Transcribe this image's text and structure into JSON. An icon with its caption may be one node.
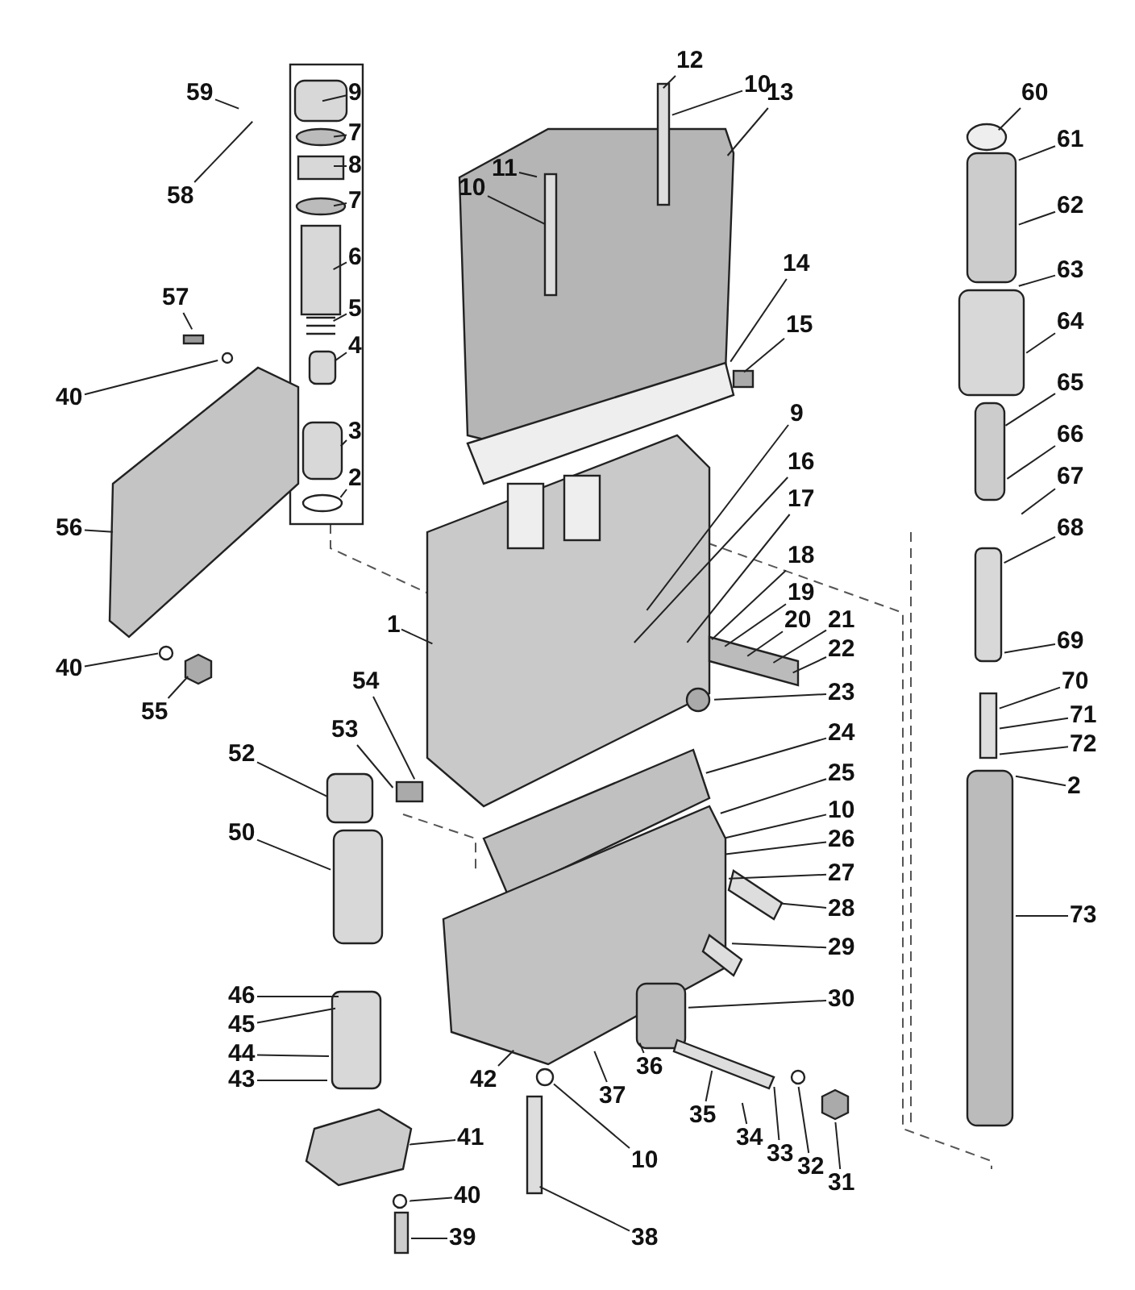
{
  "diagram": {
    "nodes": [
      {
        "text": [
          "59"
        ]
      },
      {
        "text": [
          "58"
        ]
      },
      {
        "text": [
          "9"
        ]
      },
      {
        "text": [
          "7"
        ]
      },
      {
        "text": [
          "8"
        ]
      },
      {
        "text": [
          "7"
        ]
      },
      {
        "text": [
          "6"
        ]
      },
      {
        "text": [
          "5"
        ]
      },
      {
        "text": [
          "4"
        ]
      },
      {
        "text": [
          "3"
        ]
      },
      {
        "text": [
          "2"
        ]
      },
      {
        "text": [
          "57"
        ]
      },
      {
        "text": [
          "40"
        ]
      },
      {
        "text": [
          "56"
        ]
      },
      {
        "text": [
          "40"
        ]
      },
      {
        "text": [
          "55"
        ]
      },
      {
        "text": [
          "11"
        ]
      },
      {
        "text": [
          "10"
        ]
      },
      {
        "text": [
          "12"
        ]
      },
      {
        "text": [
          "10"
        ]
      },
      {
        "text": [
          "13"
        ]
      },
      {
        "text": [
          "14"
        ]
      },
      {
        "text": [
          "15"
        ]
      },
      {
        "text": [
          "9"
        ]
      },
      {
        "text": [
          "16"
        ]
      },
      {
        "text": [
          "17"
        ]
      },
      {
        "text": [
          "18"
        ]
      },
      {
        "text": [
          "19"
        ]
      },
      {
        "text": [
          "20"
        ]
      },
      {
        "text": [
          "21"
        ]
      },
      {
        "text": [
          "22"
        ]
      },
      {
        "text": [
          "23"
        ]
      },
      {
        "text": [
          "24"
        ]
      },
      {
        "text": [
          "25"
        ]
      },
      {
        "text": [
          "10"
        ]
      },
      {
        "text": [
          "26"
        ]
      },
      {
        "text": [
          "27"
        ]
      },
      {
        "text": [
          "28"
        ]
      },
      {
        "text": [
          "29"
        ]
      },
      {
        "text": [
          "30"
        ]
      },
      {
        "text": [
          "36"
        ]
      },
      {
        "text": [
          "37"
        ]
      },
      {
        "text": [
          "35"
        ]
      },
      {
        "text": [
          "34"
        ]
      },
      {
        "text": [
          "33"
        ]
      },
      {
        "text": [
          "32"
        ]
      },
      {
        "text": [
          "31"
        ]
      },
      {
        "text": [
          "10"
        ]
      },
      {
        "text": [
          "38"
        ]
      },
      {
        "text": [
          "42"
        ]
      },
      {
        "text": [
          "41"
        ]
      },
      {
        "text": [
          "40"
        ]
      },
      {
        "text": [
          "39"
        ]
      },
      {
        "text": [
          "43"
        ]
      },
      {
        "text": [
          "44"
        ]
      },
      {
        "text": [
          "45"
        ]
      },
      {
        "text": [
          "46"
        ]
      },
      {
        "text": [
          "50"
        ]
      },
      {
        "text": [
          "52"
        ]
      },
      {
        "text": [
          "53"
        ]
      },
      {
        "text": [
          "54"
        ]
      },
      {
        "text": [
          "1"
        ]
      },
      {
        "text": [
          "60"
        ]
      },
      {
        "text": [
          "61"
        ]
      },
      {
        "text": [
          "62"
        ]
      },
      {
        "text": [
          "63"
        ]
      },
      {
        "text": [
          "64"
        ]
      },
      {
        "text": [
          "65"
        ]
      },
      {
        "text": [
          "66"
        ]
      },
      {
        "text": [
          "67"
        ]
      },
      {
        "text": [
          "68"
        ]
      },
      {
        "text": [
          "69"
        ]
      },
      {
        "text": [
          "70"
        ]
      },
      {
        "text": [
          "71"
        ]
      },
      {
        "text": [
          "72"
        ]
      },
      {
        "text": [
          "2"
        ]
      },
      {
        "text": [
          "73"
        ]
      }
    ],
    "edges": [
      {
        "from": 0,
        "to": null,
        "arrow": "none"
      },
      {
        "from": 1,
        "to": null,
        "arrow": "none"
      },
      {
        "from": 2,
        "to": null,
        "arrow": "none"
      },
      {
        "from": 3,
        "to": null,
        "arrow": "none"
      },
      {
        "from": 4,
        "to": null,
        "arrow": "none"
      },
      {
        "from": 5,
        "to": null,
        "arrow": "none"
      },
      {
        "from": 6,
        "to": null,
        "arrow": "none"
      },
      {
        "from": 7,
        "to": null,
        "arrow": "none"
      },
      {
        "from": 8,
        "to": null,
        "arrow": "none"
      },
      {
        "from": 9,
        "to": null,
        "arrow": "none"
      },
      {
        "from": 10,
        "to": null,
        "arrow": "none"
      },
      {
        "from": 11,
        "to": null,
        "arrow": "none"
      },
      {
        "from": 12,
        "to": null,
        "arrow": "none"
      },
      {
        "from": 13,
        "to": null,
        "arrow": "none"
      },
      {
        "from": 14,
        "to": null,
        "arrow": "none"
      },
      {
        "from": 15,
        "to": null,
        "arrow": "none"
      },
      {
        "from": 16,
        "to": null,
        "arrow": "none"
      },
      {
        "from": 17,
        "to": null,
        "arrow": "none"
      },
      {
        "from": 18,
        "to": null,
        "arrow": "none"
      },
      {
        "from": 19,
        "to": null,
        "arrow": "none"
      },
      {
        "from": 20,
        "to": null,
        "arrow": "none"
      },
      {
        "from": 21,
        "to": null,
        "arrow": "none"
      },
      {
        "from": 22,
        "to": null,
        "arrow": "none"
      },
      {
        "from": 23,
        "to": null,
        "arrow": "none"
      },
      {
        "from": 24,
        "to": null,
        "arrow": "none"
      },
      {
        "from": 25,
        "to": null,
        "arrow": "none"
      },
      {
        "from": 26,
        "to": null,
        "arrow": "none"
      },
      {
        "from": 27,
        "to": null,
        "arrow": "none"
      },
      {
        "from": 28,
        "to": null,
        "arrow": "none"
      },
      {
        "from": 29,
        "to": null,
        "arrow": "none"
      },
      {
        "from": 30,
        "to": null,
        "arrow": "none"
      },
      {
        "from": 31,
        "to": null,
        "arrow": "none"
      },
      {
        "from": 32,
        "to": null,
        "arrow": "none"
      },
      {
        "from": 33,
        "to": null,
        "arrow": "none"
      },
      {
        "from": 34,
        "to": null,
        "arrow": "none"
      },
      {
        "from": 35,
        "to": null,
        "arrow": "none"
      },
      {
        "from": 36,
        "to": null,
        "arrow": "none"
      },
      {
        "from": 37,
        "to": null,
        "arrow": "none"
      },
      {
        "from": 38,
        "to": null,
        "arrow": "none"
      },
      {
        "from": 39,
        "to": null,
        "arrow": "none"
      },
      {
        "from": 40,
        "to": null,
        "arrow": "none"
      },
      {
        "from": 41,
        "to": null,
        "arrow": "none"
      },
      {
        "from": 42,
        "to": null,
        "arrow": "none"
      },
      {
        "from": 43,
        "to": null,
        "arrow": "none"
      },
      {
        "from": 44,
        "to": null,
        "arrow": "none"
      },
      {
        "from": 45,
        "to": null,
        "arrow": "none"
      },
      {
        "from": 46,
        "to": null,
        "arrow": "none"
      },
      {
        "from": 47,
        "to": null,
        "arrow": "none"
      },
      {
        "from": 48,
        "to": null,
        "arrow": "none"
      },
      {
        "from": 49,
        "to": null,
        "arrow": "none"
      },
      {
        "from": 50,
        "to": null,
        "arrow": "none"
      },
      {
        "from": 51,
        "to": null,
        "arrow": "none"
      },
      {
        "from": 52,
        "to": null,
        "arrow": "none"
      },
      {
        "from": 53,
        "to": null,
        "arrow": "none"
      },
      {
        "from": 54,
        "to": null,
        "arrow": "none"
      },
      {
        "from": 55,
        "to": null,
        "arrow": "none"
      },
      {
        "from": 56,
        "to": null,
        "arrow": "none"
      },
      {
        "from": 57,
        "to": null,
        "arrow": "none"
      },
      {
        "from": 58,
        "to": null,
        "arrow": "none"
      },
      {
        "from": 59,
        "to": null,
        "arrow": "none"
      },
      {
        "from": 60,
        "to": null,
        "arrow": "none"
      },
      {
        "from": 61,
        "to": null,
        "arrow": "none"
      },
      {
        "from": 62,
        "to": null,
        "arrow": "none"
      },
      {
        "from": 63,
        "to": null,
        "arrow": "none"
      },
      {
        "from": 64,
        "to": null,
        "arrow": "none"
      },
      {
        "from": 65,
        "to": null,
        "arrow": "none"
      },
      {
        "from": 66,
        "to": null,
        "arrow": "none"
      },
      {
        "from": 67,
        "to": null,
        "arrow": "none"
      },
      {
        "from": 68,
        "to": null,
        "arrow": "none"
      },
      {
        "from": 69,
        "to": null,
        "arrow": "none"
      },
      {
        "from": 70,
        "to": null,
        "arrow": "none"
      },
      {
        "from": 71,
        "to": null,
        "arrow": "none"
      },
      {
        "from": 72,
        "to": null,
        "arrow": "none"
      },
      {
        "from": 73,
        "to": null,
        "arrow": "none"
      },
      {
        "from": 74,
        "to": null,
        "arrow": "none"
      },
      {
        "from": 75,
        "to": null,
        "arrow": "none"
      },
      {
        "from": 76,
        "to": null,
        "arrow": "none"
      }
    ]
  }
}
